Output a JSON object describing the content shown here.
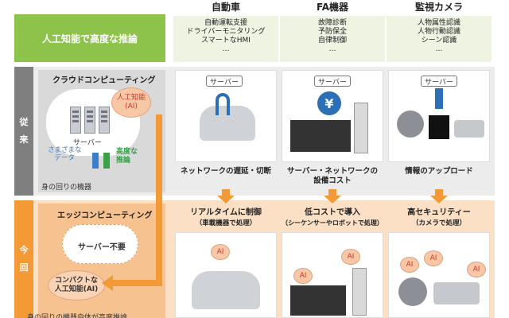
{
  "title": "人工知能で高度な推論",
  "columns": [
    {
      "header": "自動車",
      "features": [
        "自動運転支援",
        "ドライバーモニタリング",
        "スマートなHMI",
        "…"
      ]
    },
    {
      "header": "FA機器",
      "features": [
        "故障診断",
        "予防保全",
        "自律制御",
        "…"
      ]
    },
    {
      "header": "監視カメラ",
      "features": [
        "人物属性認識",
        "人物行動認識",
        "シーン認識",
        "…"
      ]
    }
  ],
  "conventional": {
    "label_chars": [
      "従",
      "来"
    ],
    "panel_title": "クラウドコンピューティング",
    "ai_label": "人工知能\n(AI)",
    "server_label": "サーバー",
    "data_label": "さまざまな\nデータ",
    "inference_label": "高度な\n推論",
    "surroundings": "身の回りの機器",
    "server_tag": "サーバー",
    "issues": [
      "ネットワークの遅延・切断",
      "サーバー・ネットワークの\n設備コスト",
      "情報のアップロード"
    ]
  },
  "current": {
    "label_chars": [
      "今",
      "回"
    ],
    "panel_title": "エッジコンピューティング",
    "no_server": "サーバー不要",
    "compact_ai": "コンパクトな\n人工知能(AI)",
    "bottom_text": "身の回りの機器自体が高度推論",
    "benefits": [
      {
        "main": "リアルタイムに制御",
        "sub": "（車載機器で処理）"
      },
      {
        "main": "低コストで導入",
        "sub": "（シーケンサーやロボットで処理）"
      },
      {
        "main": "高セキュリティー",
        "sub": "（カメラで処理）"
      }
    ],
    "ai_tag": "AI"
  },
  "colors": {
    "green": "#8dc24b",
    "gray_band": "#7f7f7f",
    "orange_band": "#f39a36",
    "light_orange": "#fbe0c6",
    "light_gray": "#e7e7e7"
  }
}
